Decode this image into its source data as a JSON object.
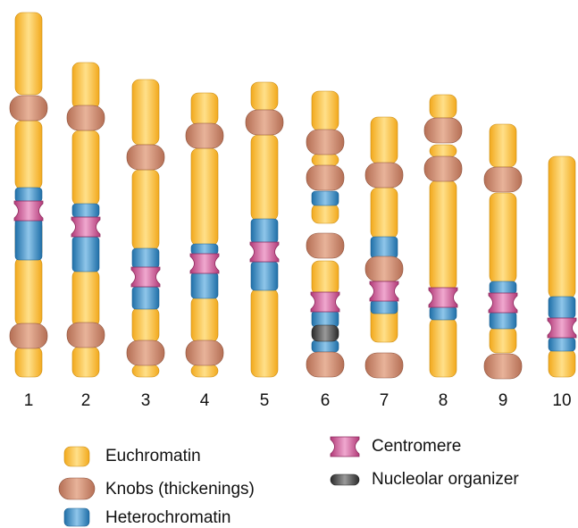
{
  "chromosome_labels": [
    "1",
    "2",
    "3",
    "4",
    "5",
    "6",
    "7",
    "8",
    "9",
    "10"
  ],
  "legend": {
    "euchromatin": "Euchromatin",
    "knobs": "Knobs (thickenings)",
    "heterochromatin": "Heterochromatin",
    "centromere": "Centromere",
    "nucleolar_organizer": "Nucleolar organizer"
  },
  "colors": {
    "euchromatin": "#f5b323",
    "knob": "#c17a5e",
    "heterochromatin": "#2e86c0",
    "centromere": "#c24a87",
    "nucleolar_organizer": "#3a3a3a"
  }
}
